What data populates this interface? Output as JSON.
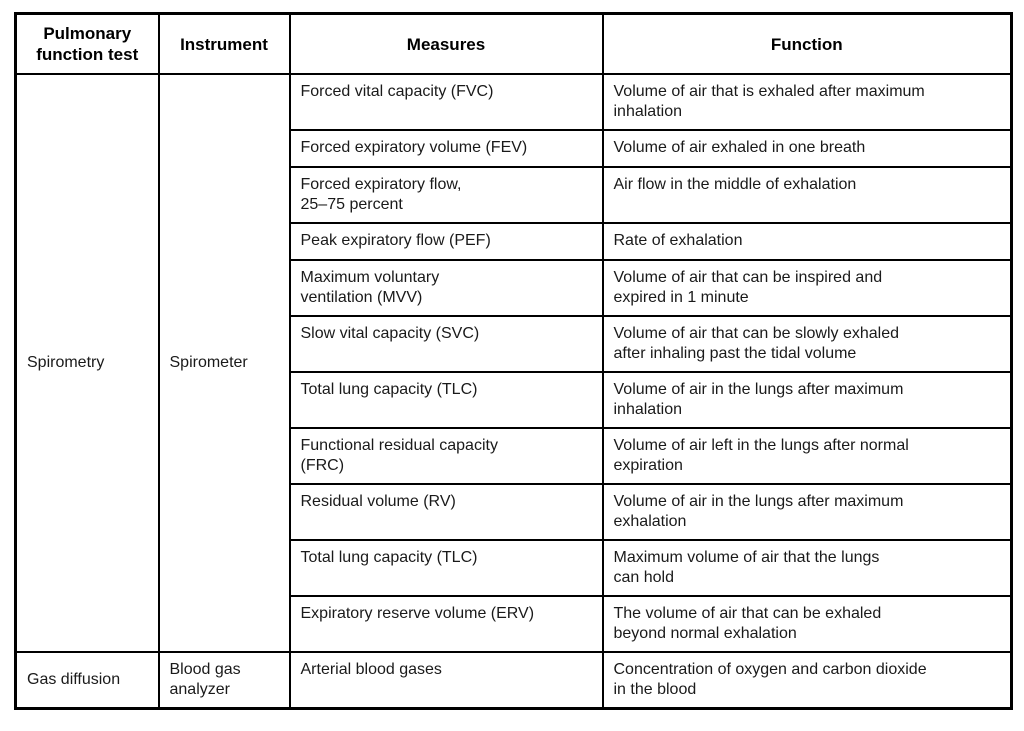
{
  "table": {
    "headers": [
      "Pulmonary\nfunction test",
      "Instrument",
      "Measures",
      "Function"
    ],
    "groups": [
      {
        "test": "Spirometry",
        "instrument": "Spirometer",
        "rows": [
          {
            "measure": "Forced vital capacity (FVC)",
            "function": "Volume of air that is exhaled after maximum\ninhalation"
          },
          {
            "measure": "Forced expiratory volume (FEV)",
            "function": "Volume of air exhaled in one breath"
          },
          {
            "measure": "Forced expiratory flow,\n25–75 percent",
            "function": "Air flow in the middle of exhalation"
          },
          {
            "measure": "Peak expiratory flow (PEF)",
            "function": "Rate of exhalation"
          },
          {
            "measure": "Maximum voluntary\nventilation (MVV)",
            "function": "Volume of air that can be inspired and\nexpired in 1 minute"
          },
          {
            "measure": "Slow vital capacity (SVC)",
            "function": "Volume of air that can be slowly exhaled\nafter inhaling past the tidal volume"
          },
          {
            "measure": "Total lung capacity (TLC)",
            "function": "Volume of air in the lungs after maximum\ninhalation"
          },
          {
            "measure": "Functional residual capacity\n(FRC)",
            "function": "Volume of air left in the lungs after normal\nexpiration"
          },
          {
            "measure": "Residual volume (RV)",
            "function": "Volume of air in the lungs after maximum\nexhalation"
          },
          {
            "measure": "Total lung capacity (TLC)",
            "function": "Maximum volume of air that the lungs\ncan hold"
          },
          {
            "measure": "Expiratory reserve volume (ERV)",
            "function": "The volume of air that can be exhaled\nbeyond normal exhalation"
          }
        ]
      },
      {
        "test": "Gas diffusion",
        "instrument": "Blood gas\nanalyzer",
        "rows": [
          {
            "measure": "Arterial blood gases",
            "function": "Concentration of oxygen and carbon dioxide\nin the blood"
          }
        ]
      }
    ]
  }
}
